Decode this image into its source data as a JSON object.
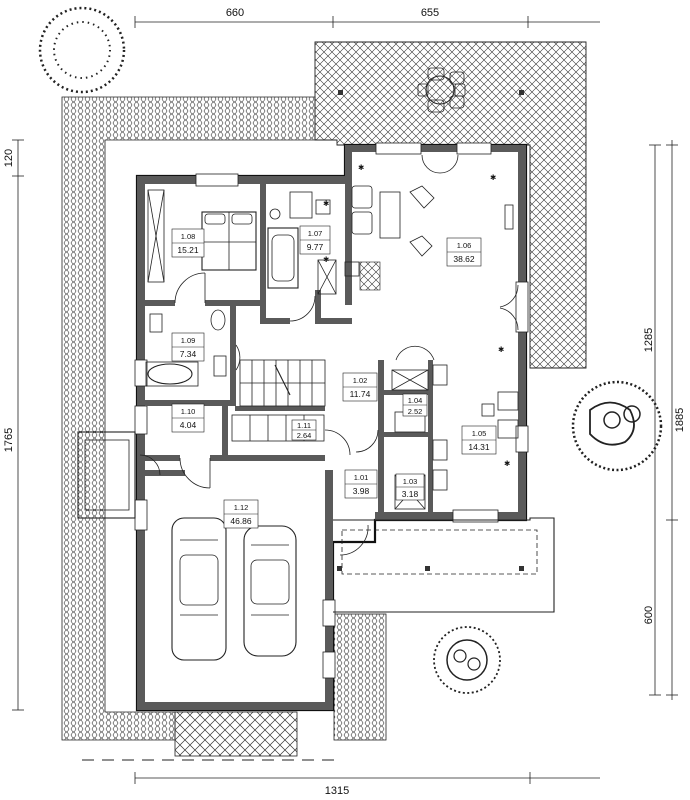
{
  "dimensions": {
    "top_left": "660",
    "top_right": "655",
    "left_top": "120",
    "left_main": "1765",
    "right_upper": "1285",
    "right_lower": "600",
    "right_total": "1885",
    "bottom_total": "1315"
  },
  "rooms": [
    {
      "id": "1.08",
      "area": "15.21"
    },
    {
      "id": "1.07",
      "area": "9.77"
    },
    {
      "id": "1.06",
      "area": "38.62"
    },
    {
      "id": "1.09",
      "area": "7.34"
    },
    {
      "id": "1.02",
      "area": "11.74"
    },
    {
      "id": "1.04",
      "area": "2.52"
    },
    {
      "id": "1.10",
      "area": "4.04"
    },
    {
      "id": "1.11",
      "area": "2.64"
    },
    {
      "id": "1.05",
      "area": "14.31"
    },
    {
      "id": "1.01",
      "area": "3.98"
    },
    {
      "id": "1.03",
      "area": "3.18"
    },
    {
      "id": "1.12",
      "area": "46.86"
    }
  ]
}
